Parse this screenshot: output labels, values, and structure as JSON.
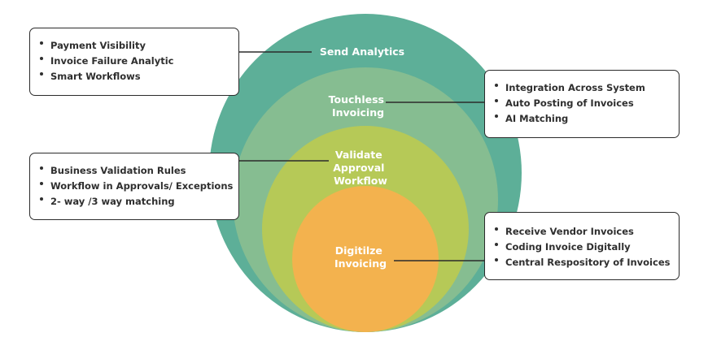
{
  "colors": {
    "outer": "#5daf98",
    "second": "#86bd91",
    "third": "#b6c957",
    "inner": "#f3b24e",
    "line": "#2b2b2b"
  },
  "rings": {
    "analytics": {
      "label_line1": "Send Analytics"
    },
    "touchless": {
      "label_line1": "Touchless",
      "label_line2": "Invoicing"
    },
    "validate": {
      "label_line1": "Validate",
      "label_line2": "Approval",
      "label_line3": "Workflow"
    },
    "digitize": {
      "label_line1": "Digitilze",
      "label_line2": "Invoicing"
    }
  },
  "boxes": {
    "analytics": {
      "items": [
        "Payment Visibility",
        "Invoice Failure Analytic",
        "Smart Workflows"
      ]
    },
    "touchless": {
      "items": [
        "Integration Across System",
        "Auto Posting of Invoices",
        "AI Matching"
      ]
    },
    "validate": {
      "items": [
        "Business Validation Rules",
        "Workflow in Approvals/ Exceptions",
        "2- way /3 way matching"
      ]
    },
    "digitize": {
      "items": [
        "Receive Vendor Invoices",
        "Coding Invoice Digitally",
        "Central Respository of Invoices"
      ]
    }
  }
}
